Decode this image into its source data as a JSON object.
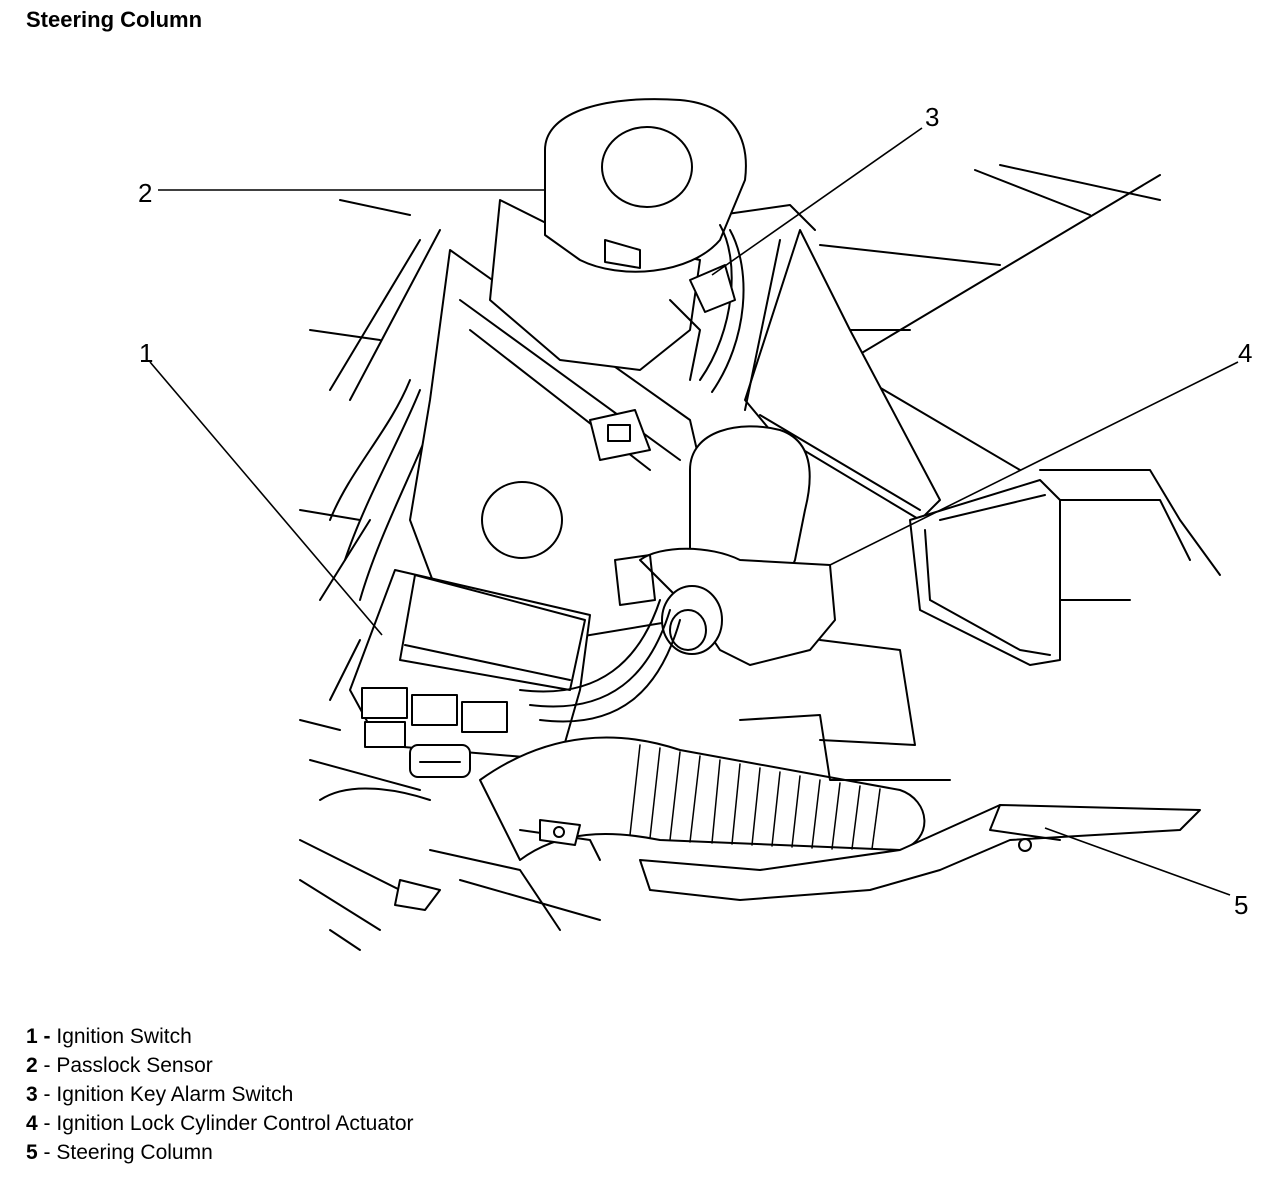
{
  "title": "Steering Column",
  "callouts": [
    "1",
    "2",
    "3",
    "4",
    "5"
  ],
  "legend": [
    {
      "num": "1",
      "sep": " - ",
      "text": "Ignition Switch"
    },
    {
      "num": "2",
      "sep": " - ",
      "text": "Passlock Sensor"
    },
    {
      "num": "3",
      "sep": " - ",
      "text": "Ignition Key Alarm Switch"
    },
    {
      "num": "4",
      "sep": " - ",
      "text": "Ignition Lock Cylinder Control Actuator"
    },
    {
      "num": "5",
      "sep": " - ",
      "text": "Steering Column"
    }
  ]
}
